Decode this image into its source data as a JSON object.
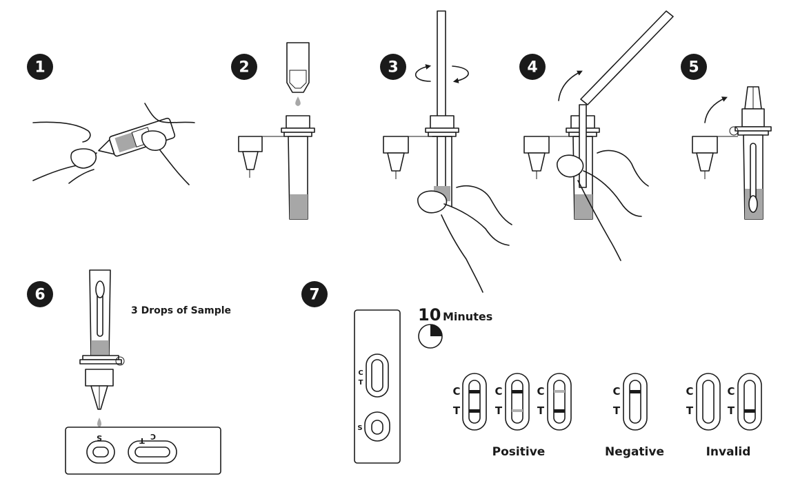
{
  "steps": [
    "1",
    "2",
    "3",
    "4",
    "5",
    "6",
    "7"
  ],
  "drops_label": "3 Drops of Sample",
  "time_value": "10",
  "time_unit": "Minutes",
  "cassette_letters": {
    "c": "C",
    "t": "T",
    "s": "S"
  },
  "results": {
    "positive": "Positive",
    "negative": "Negative",
    "invalid": "Invalid"
  },
  "colors": {
    "ink": "#1a1a1a",
    "liquid": "#a7a7a7",
    "faint_line": "#b0b0b0"
  }
}
